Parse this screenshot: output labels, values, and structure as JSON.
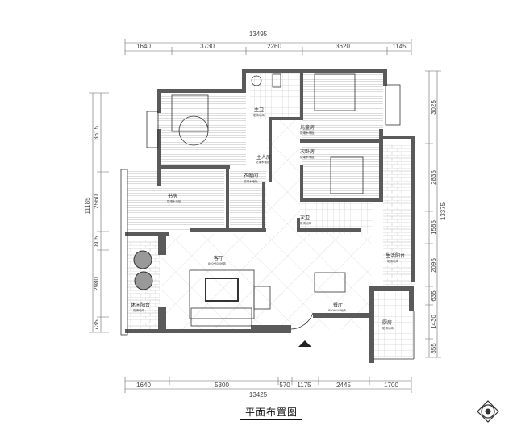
{
  "title": "平面布置图",
  "dimensions": {
    "top_total": "13495",
    "top": [
      "1640",
      "3730",
      "2260",
      "3620",
      "1145"
    ],
    "bottom_total": "13425",
    "bottom": [
      "1640",
      "5300",
      "570",
      "1175",
      "2445",
      "1700"
    ],
    "left_total": "11185",
    "left": [
      "3615",
      "2560",
      "805",
      "2980",
      "735"
    ],
    "right_total": "13375",
    "right": [
      "3025",
      "2835",
      "1585",
      "2095",
      "635",
      "1430",
      "855"
    ]
  },
  "rooms": {
    "master_bath": {
      "name": "主卫",
      "sub": "防滑地砖"
    },
    "master_bedroom": {
      "name": "主人房",
      "sub": "防潮木地板"
    },
    "children_room": {
      "name": "儿童房",
      "sub": "防潮木地板"
    },
    "second_bedroom": {
      "name": "次卧房",
      "sub": "防潮木地板"
    },
    "study": {
      "name": "书房",
      "sub": "防潮木地板"
    },
    "cloakroom": {
      "name": "衣帽间",
      "sub": "防潮木地板"
    },
    "second_bath": {
      "name": "次卫",
      "sub": "防滑地砖"
    },
    "living_room": {
      "name": "客厅",
      "sub": "800*800地砖"
    },
    "dining_room": {
      "name": "餐厅",
      "sub": "800*800地砖"
    },
    "leisure_balcony": {
      "name": "休闲阳台",
      "sub": "防滑地砖"
    },
    "service_balcony": {
      "name": "生活阳台",
      "sub": "防滑地砖"
    },
    "kitchen": {
      "name": "厨房",
      "sub": "防滑地砖"
    }
  },
  "colors": {
    "wall": "#5a5a5a",
    "line": "#333333"
  }
}
